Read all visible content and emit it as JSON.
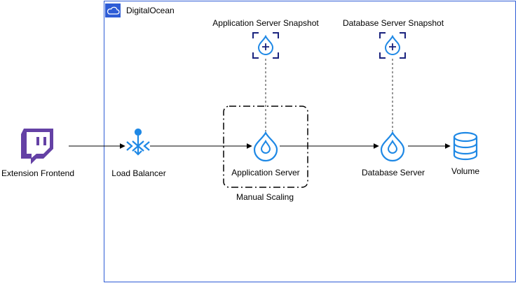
{
  "cloud": {
    "label": "DigitalOcean"
  },
  "nodes": {
    "extension_frontend": {
      "label": "Extension Frontend"
    },
    "load_balancer": {
      "label": "Load Balancer"
    },
    "application_server": {
      "label": "Application Server"
    },
    "database_server": {
      "label": "Database Server"
    },
    "volume": {
      "label": "Volume"
    },
    "app_snapshot": {
      "label": "Application Server Snapshot"
    },
    "db_snapshot": {
      "label": "Database Server Snapshot"
    }
  },
  "group": {
    "label": "Manual Scaling"
  },
  "colors": {
    "cloud_border": "#2e5cd6",
    "icon_blue": "#1e88e5",
    "twitch_purple": "#6441a5",
    "snapshot_border": "#1a237e"
  }
}
